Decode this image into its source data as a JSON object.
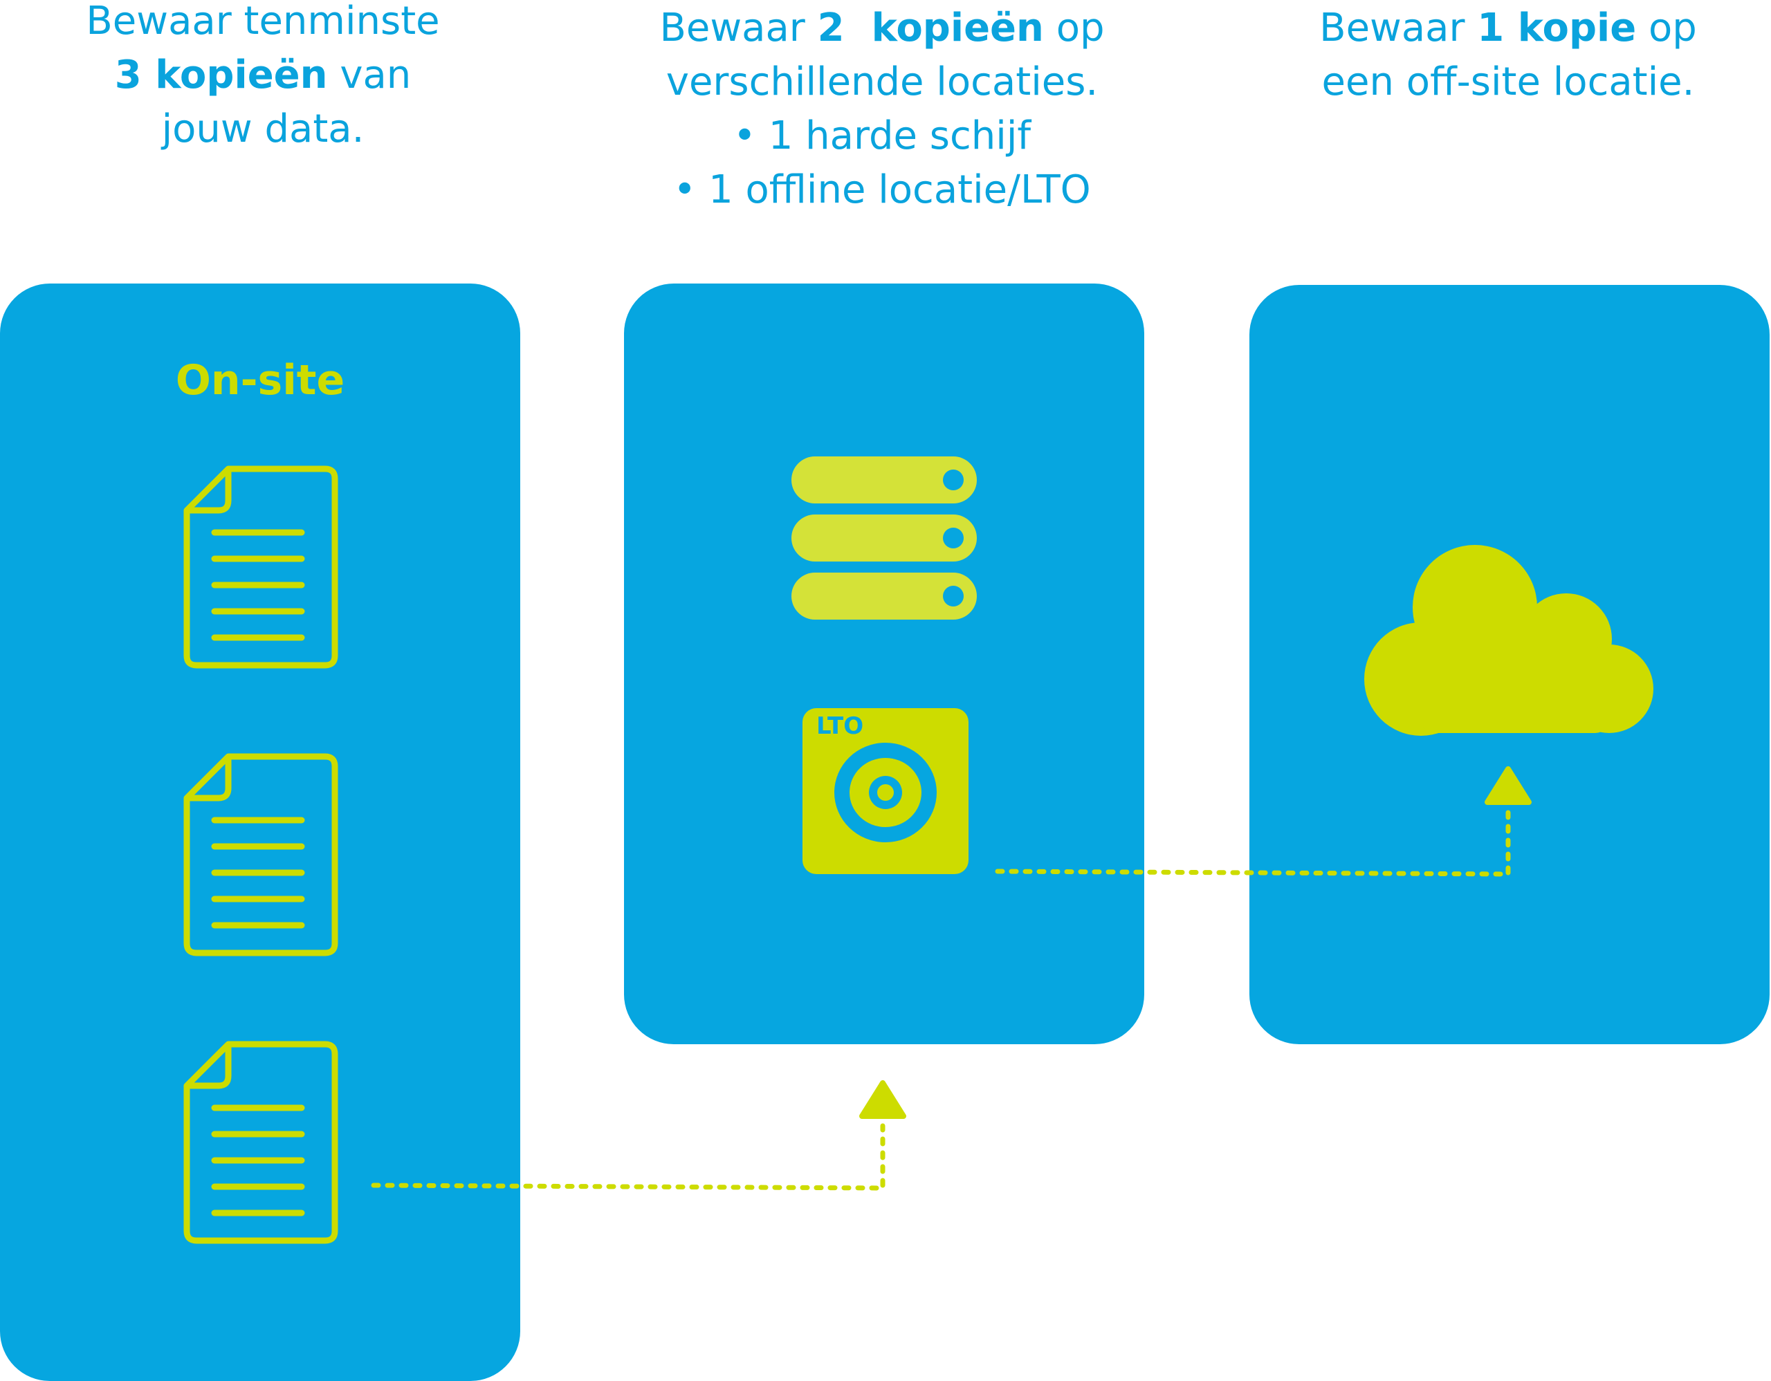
{
  "captions": {
    "col1": {
      "line1": "Bewaar tenminste",
      "line2_bold": "3 kopieën",
      "line2_rest": " van",
      "line3": "jouw data."
    },
    "col2": {
      "line1_pre": "Bewaar ",
      "line1_bold": "2  kopieën",
      "line1_post": " op",
      "line2": "verschillende locaties.",
      "bullet1": "• 1 harde schijf",
      "bullet2": "• 1 offline locatie/LTO"
    },
    "col3": {
      "line1_pre": "Bewaar ",
      "line1_bold": "1 kopie",
      "line1_post": " op",
      "line2": "een off-site locatie."
    }
  },
  "panels": {
    "onsite_label": "On-site",
    "lto_label": "LTO"
  },
  "icons": {
    "documents": [
      "document-icon",
      "document-icon",
      "document-icon"
    ],
    "server": "server-stack-icon",
    "tape": "lto-tape-icon",
    "cloud": "cloud-icon",
    "arrows": [
      "arrow-up-icon",
      "arrow-up-icon"
    ]
  },
  "colors": {
    "panel": "#06a6e0",
    "accent": "#cddc00",
    "caption": "#0aa3dd"
  }
}
